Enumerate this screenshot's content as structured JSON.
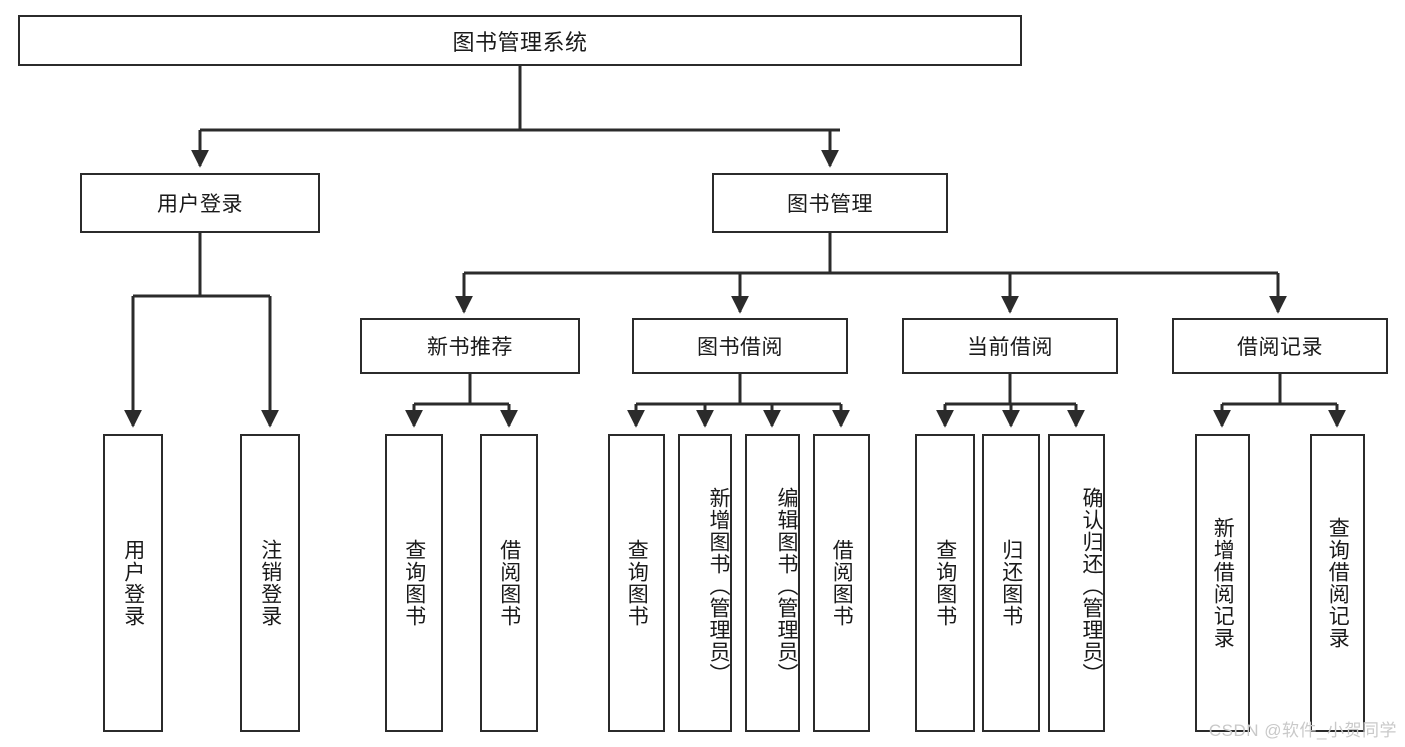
{
  "diagram": {
    "title": "图书管理系统",
    "type": "tree-hierarchy",
    "root": {
      "label": "图书管理系统"
    },
    "level1": [
      {
        "label": "用户登录"
      },
      {
        "label": "图书管理"
      }
    ],
    "level2": [
      {
        "label": "新书推荐"
      },
      {
        "label": "图书借阅"
      },
      {
        "label": "当前借阅"
      },
      {
        "label": "借阅记录"
      }
    ],
    "leaves": [
      {
        "label": "用户登录",
        "parent": "用户登录"
      },
      {
        "label": "注销登录",
        "parent": "用户登录"
      },
      {
        "label": "查询图书",
        "parent": "新书推荐"
      },
      {
        "label": "借阅图书",
        "parent": "新书推荐"
      },
      {
        "label": "查询图书",
        "parent": "图书借阅"
      },
      {
        "label": "新增图书（管理员）",
        "parent": "图书借阅"
      },
      {
        "label": "编辑图书（管理员）",
        "parent": "图书借阅"
      },
      {
        "label": "借阅图书",
        "parent": "图书借阅"
      },
      {
        "label": "查询图书",
        "parent": "当前借阅"
      },
      {
        "label": "归还图书",
        "parent": "当前借阅"
      },
      {
        "label": "确认归还（管理员）",
        "parent": "当前借阅"
      },
      {
        "label": "新增借阅记录",
        "parent": "借阅记录"
      },
      {
        "label": "查询借阅记录",
        "parent": "借阅记录"
      }
    ]
  },
  "watermark": {
    "text": "CSDN @软件_小贺同学"
  },
  "colors": {
    "stroke": "#2b2b2b",
    "fill": "#ffffff",
    "text": "#1a1a1a",
    "watermark": "#c9c9c9"
  }
}
